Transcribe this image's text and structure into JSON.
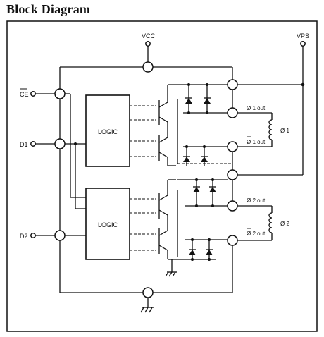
{
  "title": "Block Diagram",
  "labels": {
    "vcc": "VCC",
    "vps": "VPS",
    "ce": "CE",
    "d1": "D1",
    "d2": "D2",
    "logic_top": "LOGIC",
    "logic_bottom": "LOGIC",
    "phi1_out": "Ø 1 out",
    "phi1bar_out": "Ø 1 out",
    "phi1": "Ø 1",
    "phi2_out": "Ø 2 out",
    "phi2bar_out": "Ø 2 out",
    "phi2": "Ø 2"
  }
}
